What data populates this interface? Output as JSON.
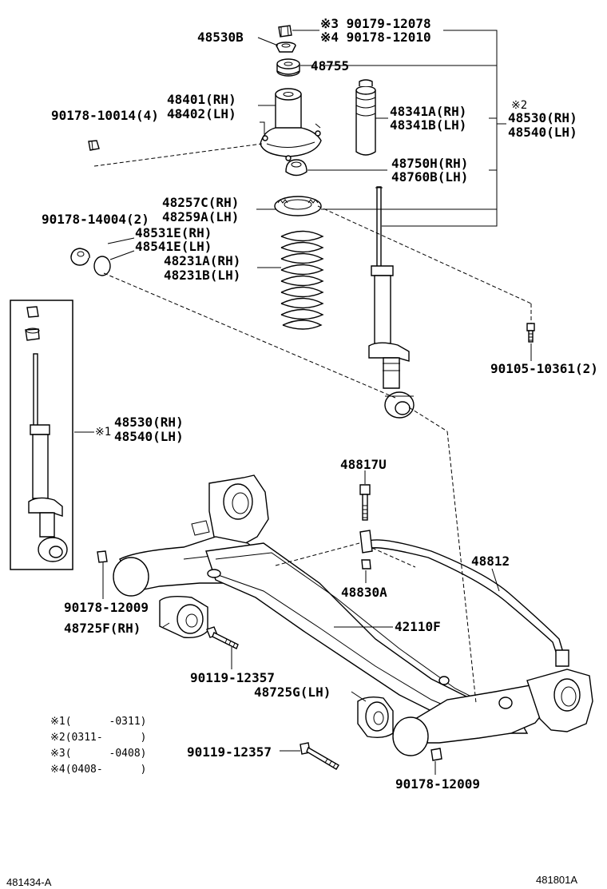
{
  "labels": {
    "top_nut_pn": "※3 90179-12078",
    "top_nut_pn2": "※4 90178-12010",
    "p48530b": "48530B",
    "p48755": "48755",
    "p48401": "48401(RH)",
    "p48402": "48402(LH)",
    "p90178_10014": "90178-10014(4)",
    "p48341a": "48341A(RH)",
    "p48341b": "48341B(LH)",
    "note2": "※2",
    "p48530_rh_top": "48530(RH)",
    "p48540_lh_top": "48540(LH)",
    "p48750h": "48750H(RH)",
    "p48760b": "48760B(LH)",
    "p48257c": "48257C(RH)",
    "p48259a": "48259A(LH)",
    "p90178_14004": "90178-14004(2)",
    "p48531e": "48531E(RH)",
    "p48541e": "48541E(LH)",
    "p48231a": "48231A(RH)",
    "p48231b": "48231B(LH)",
    "p90105_10361": "90105-10361(2)",
    "note1": "※1",
    "p48530_rh_box": "48530(RH)",
    "p48540_lh_box": "48540(LH)",
    "p48817u": "48817U",
    "p48812": "48812",
    "p48830a": "48830A",
    "p90178_12009_left": "90178-12009",
    "p48725f": "48725F(RH)",
    "p42110f": "42110F",
    "p90119_12357_top": "90119-12357",
    "p48725g": "48725G(LH)",
    "p90119_12357_bottom": "90119-12357",
    "p90178_12009_right": "90178-12009"
  },
  "notes": [
    {
      "mark": "※1",
      "range": "(      -0311)"
    },
    {
      "mark": "※2",
      "range": "(0311-      )"
    },
    {
      "mark": "※3",
      "range": "(      -0408)"
    },
    {
      "mark": "※4",
      "range": "(0408-      )"
    }
  ],
  "footer": {
    "left_code": "481434-A",
    "right_code": "481801A"
  }
}
